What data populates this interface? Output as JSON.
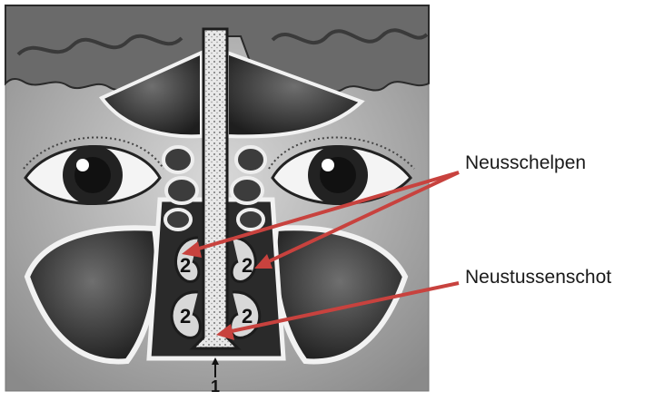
{
  "labels": {
    "conchae": "Neusschelpen",
    "septum": "Neustussenschot"
  },
  "markers": {
    "turbinate_number": "2",
    "septum_number": "1"
  },
  "colors": {
    "arrow": "#c8423e",
    "ink": "#1c1c1c",
    "sinus_dark": "#2a2a2a",
    "bone": "#ececec"
  }
}
